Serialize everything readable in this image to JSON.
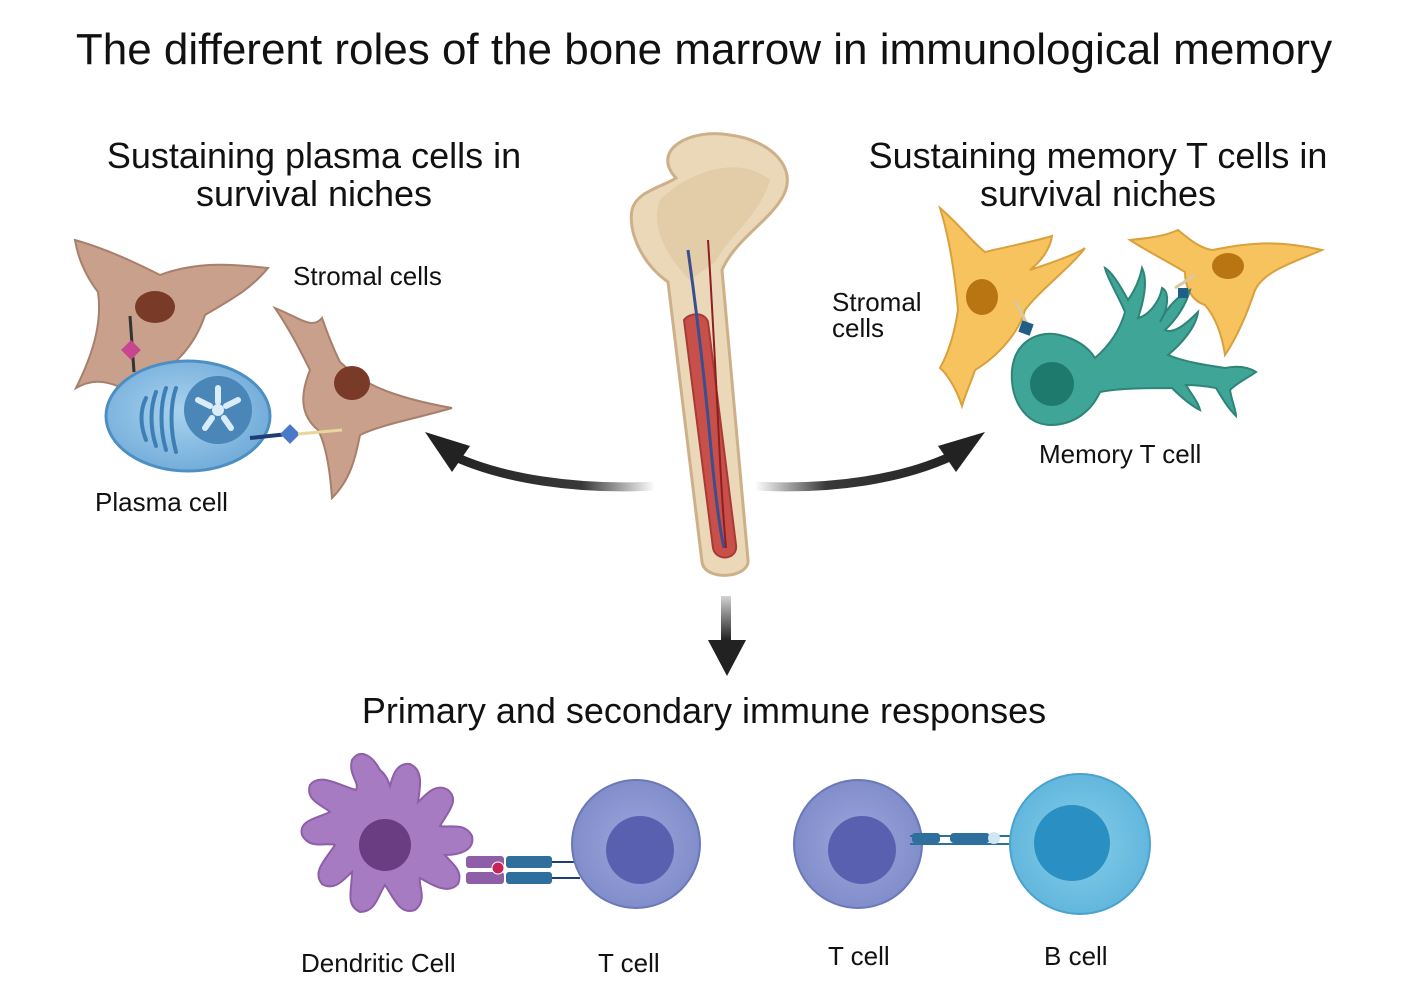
{
  "title": "The different roles of the bone marrow in immunological memory",
  "left_panel": {
    "heading_line1": "Sustaining plasma cells in",
    "heading_line2": "survival niches",
    "stromal_label": "Stromal cells",
    "plasma_label": "Plasma cell"
  },
  "right_panel": {
    "heading_line1": "Sustaining memory T cells in",
    "heading_line2": "survival niches",
    "stromal_label_line1": "Stromal",
    "stromal_label_line2": "cells",
    "memory_label": "Memory T cell"
  },
  "bottom_panel": {
    "heading": "Primary and secondary immune responses",
    "dendritic_label": "Dendritic Cell",
    "tcell_label_1": "T cell",
    "tcell_label_2": "T cell",
    "bcell_label": "B cell"
  },
  "colors": {
    "stromal_brown": "#c9a08c",
    "stromal_nucleus": "#7a3a28",
    "plasma_blue": "#8ec1e6",
    "stromal_yellow": "#f7c35f",
    "memory_teal": "#3fa596",
    "dendritic_purple": "#a77bc2",
    "tcell_blue": "#8f9bd3",
    "bcell_blue": "#72c2e3",
    "bone_tan": "#e8d4b4",
    "marrow_red": "#c9504a",
    "arrow": "#222222"
  }
}
